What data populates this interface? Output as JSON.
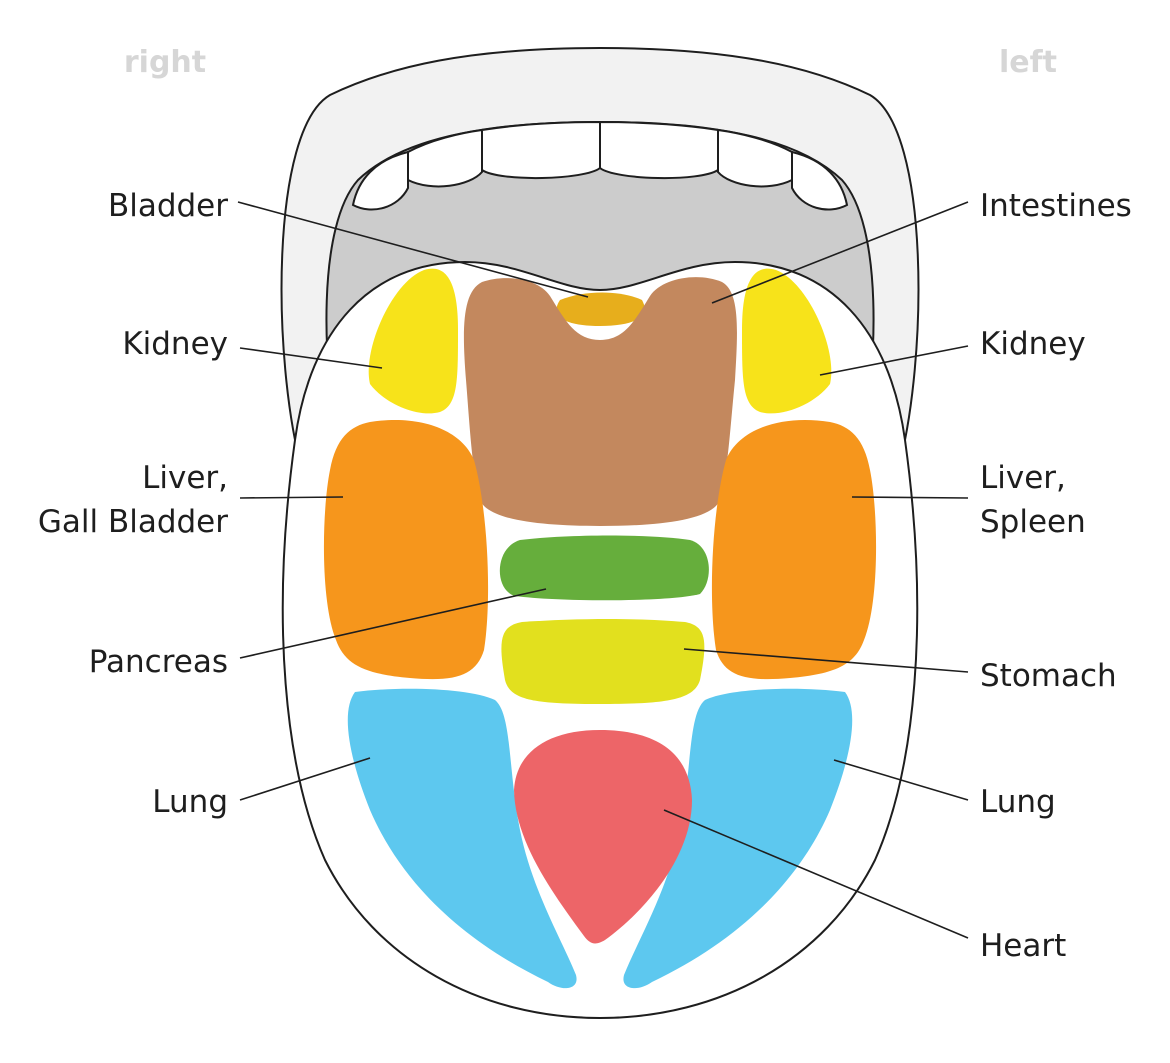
{
  "sides": {
    "right": "right",
    "left": "left"
  },
  "labels": {
    "bladder": "Bladder",
    "intestines": "Intestines",
    "kidney_right": "Kidney",
    "kidney_left": "Kidney",
    "liver_right_line1": "Liver,",
    "liver_right_line2": "Gall Bladder",
    "liver_left_line1": "Liver,",
    "liver_left_line2": "Spleen",
    "pancreas": "Pancreas",
    "stomach": "Stomach",
    "lung_right": "Lung",
    "lung_left": "Lung",
    "heart": "Heart"
  },
  "colors": {
    "lips": "#f2f2f2",
    "palate": "#cccccc",
    "bladder": "#e7ae1c",
    "intestines": "#c3885e",
    "kidney": "#f7e31a",
    "liver": "#f6961c",
    "pancreas": "#66ae3c",
    "stomach": "#e2e01e",
    "lung": "#5dc8ef",
    "heart": "#ed6568"
  }
}
